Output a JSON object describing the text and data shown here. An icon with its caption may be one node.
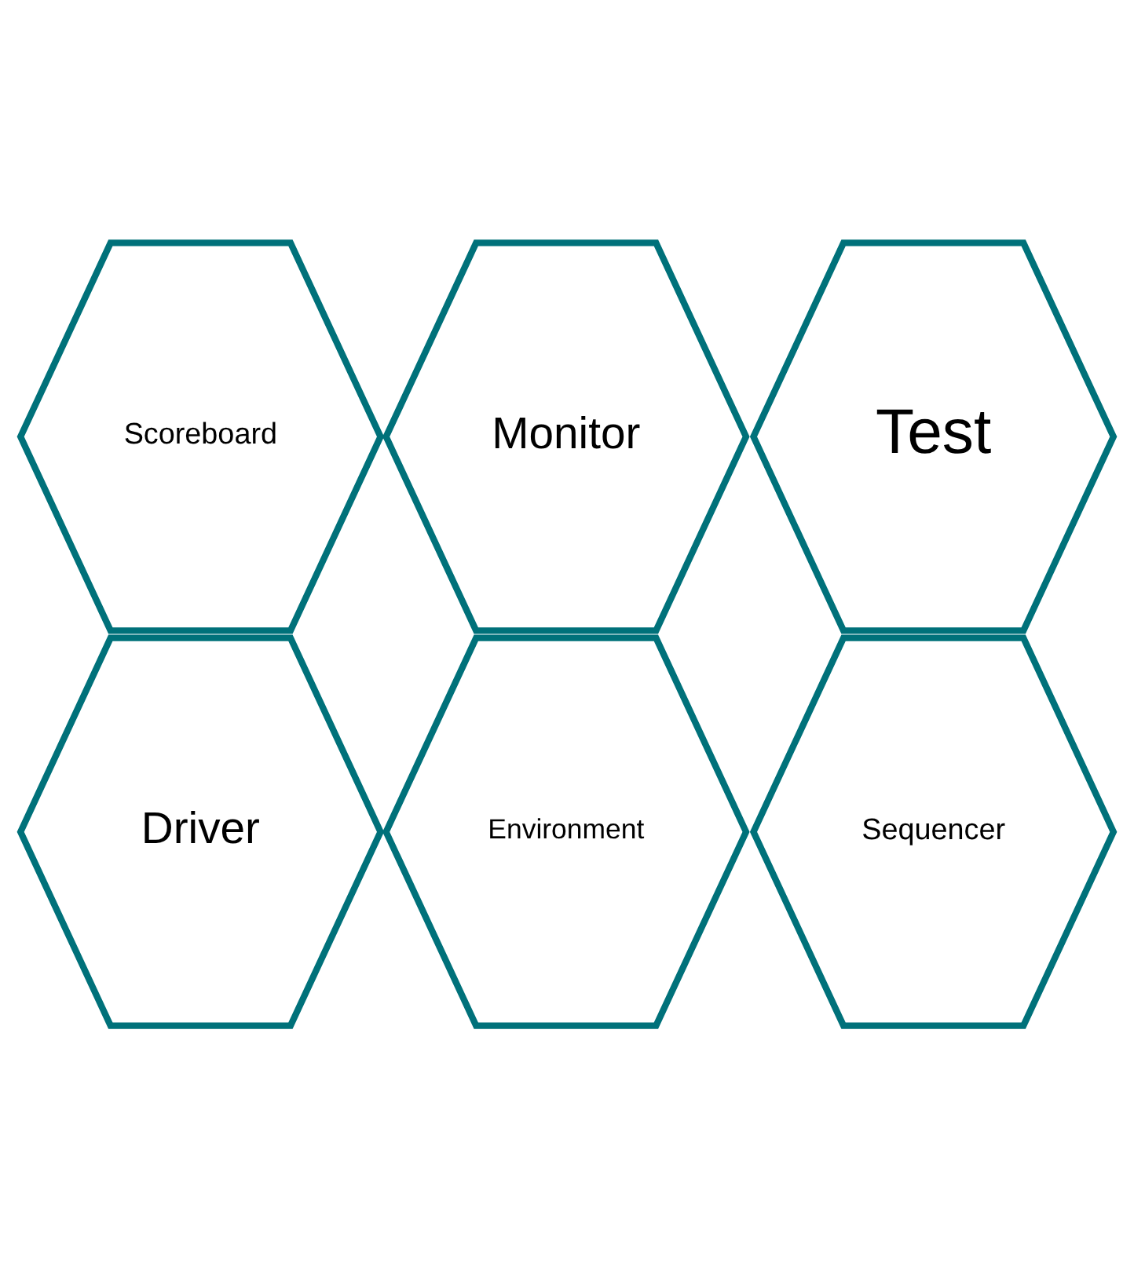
{
  "diagram": {
    "nodes": [
      {
        "text": [
          "Scoreboard"
        ]
      },
      {
        "text": [
          "Driver"
        ]
      },
      {
        "text": [
          "Monitor"
        ]
      },
      {
        "text": [
          "Environment"
        ]
      },
      {
        "text": [
          "Test"
        ]
      },
      {
        "text": [
          "Sequencer"
        ]
      }
    ]
  }
}
